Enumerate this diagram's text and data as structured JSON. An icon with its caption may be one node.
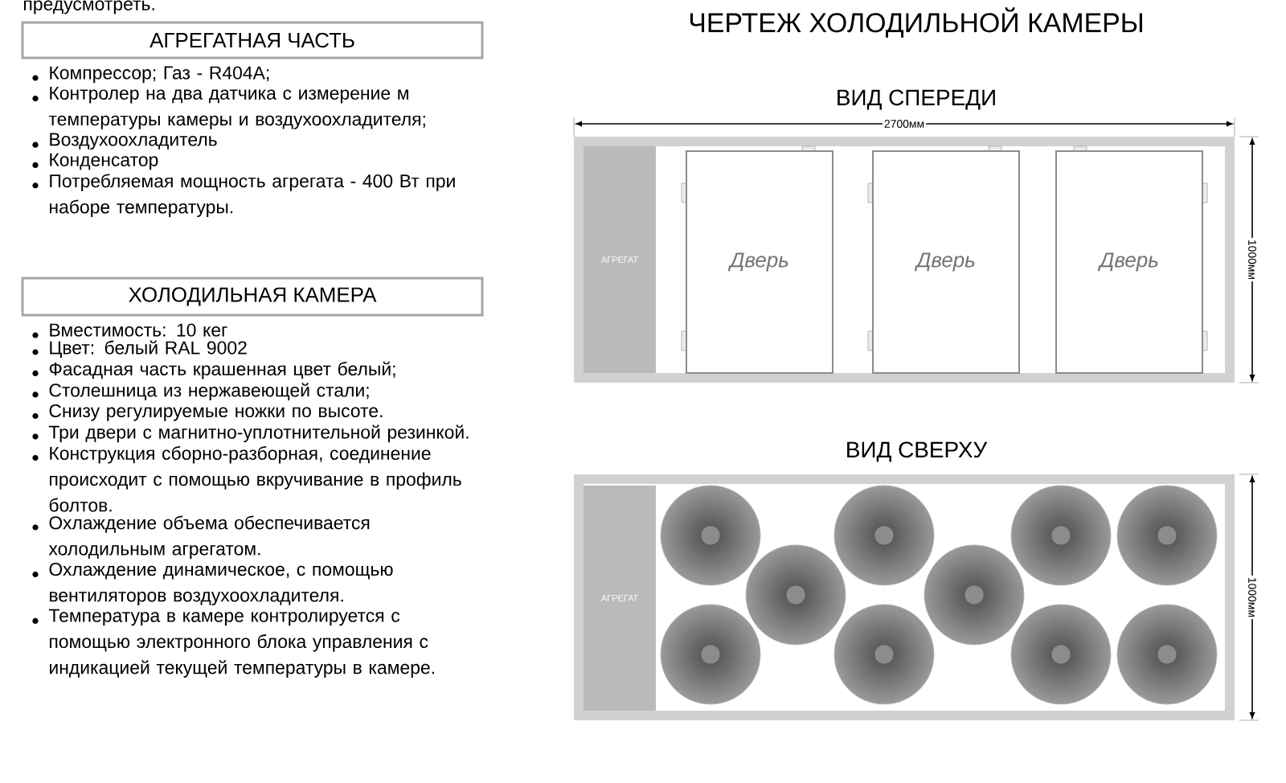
{
  "diagram": {
    "title": "ЧЕРТЕЖ ХОЛОДИЛЬНОЙ КАМЕРЫ",
    "nodes": [
      {
        "text": [
          "АГРЕГАТНАЯ ЧАСТЬ"
        ]
      },
      {
        "text": [
          "ХОЛОДИЛЬНАЯ КАМЕРА"
        ]
      },
      {
        "text": [
          "ВИД СПЕРЕДИ"
        ]
      },
      {
        "text": [
          "АГРЕГАТ"
        ],
        "in": 2
      },
      {
        "text": [
          "Дверь"
        ],
        "in": 2
      },
      {
        "text": [
          "Дверь"
        ],
        "in": 2
      },
      {
        "text": [
          "Дверь"
        ],
        "in": 2
      },
      {
        "text": [
          "ВИД СВЕРХУ"
        ]
      },
      {
        "text": [
          "АГРЕГАТ"
        ],
        "in": 7
      },
      {
        "text": [],
        "shape": "circle",
        "in": 7
      },
      {
        "text": [],
        "shape": "circle",
        "in": 7
      },
      {
        "text": [],
        "shape": "circle",
        "in": 7
      },
      {
        "text": [],
        "shape": "circle",
        "in": 7
      },
      {
        "text": [],
        "shape": "circle",
        "in": 7
      },
      {
        "text": [],
        "shape": "circle",
        "in": 7
      },
      {
        "text": [],
        "shape": "circle",
        "in": 7
      },
      {
        "text": [],
        "shape": "circle",
        "in": 7
      },
      {
        "text": [],
        "shape": "circle",
        "in": 7
      },
      {
        "text": [],
        "shape": "circle",
        "in": 7
      }
    ],
    "labels": [
      "предусмотреть.",
      "Компрессор; Газ - R404A;",
      "Контролер на два датчика с измерение м температуры камеры и воздухоохладителя;",
      "Воздухоохладитель",
      "Конденсатор",
      "Потребляемая мощность агрегата - 400 Вт при наборе температуры.",
      "Вместимость: 10 кег",
      "Цвет: белый RAL 9002",
      "Фасадная часть крашенная цвет белый;",
      "Столешница из нержавеющей стали;",
      "Снизу регулируемые ножки по высоте.",
      "Три двери с магнитно-уплотнительной резинкой.",
      "Конструкция сборно-разборная, соединение происходит с помощью вкручивание в профиль болтов.",
      "Охлаждение объема обеспечивается холодильным агрегатом.",
      "Охлаждение динамическое, с помощью вентиляторов воздухоохладителя.",
      "Температура в камере контролируется с помощью электронного блока управления с индикацией текущей температуры в камере.",
      "2700мм",
      "1000мм",
      "1000мм"
    ]
  }
}
